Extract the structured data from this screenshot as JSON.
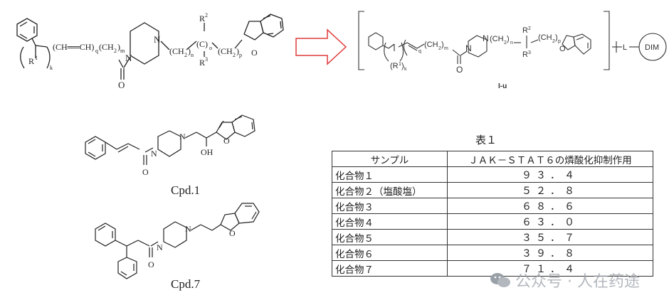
{
  "scheme": {
    "parent_structure": {
      "label": "general formula (phenyl-alkenyl-carbonyl-piperazine-alkyl-benzofuran)",
      "fragments": [
        "(R1)k",
        "(CH=CH)q(CH2)m",
        "(CH2)n",
        "(C)o",
        "R2",
        "R3",
        "(CH2)p",
        "N",
        "N",
        "O",
        "O"
      ]
    },
    "arrow": {
      "color": "#e03a3a",
      "direction": "right"
    },
    "degrader_structure": {
      "caption": "I-u",
      "linker_label": "L",
      "ligand_label": "DIM",
      "fragments": [
        "(R1)k",
        "q",
        "(CH2)m",
        "(CH2)n",
        "R2",
        "R3",
        "(CH2)p",
        "N",
        "N",
        "O",
        "O"
      ]
    }
  },
  "compounds": [
    {
      "caption": "Cpd.1",
      "substituent_label": "OH"
    },
    {
      "caption": "Cpd.7"
    }
  ],
  "table": {
    "title": "表１",
    "headers": [
      "サンプル",
      "ＪＡＫ－ＳＴＡＴ６の燐酸化抑制作用"
    ],
    "rows": [
      {
        "sample": "化合物１",
        "value": "９３．４"
      },
      {
        "sample": "化合物２（塩酸塩）",
        "value": "５２．８"
      },
      {
        "sample": "化合物３",
        "value": "６８．６"
      },
      {
        "sample": "化合物４",
        "value": "６３．０"
      },
      {
        "sample": "化合物５",
        "value": "３５．７"
      },
      {
        "sample": "化合物６",
        "value": "３９．８"
      },
      {
        "sample": "化合物７",
        "value": "７１．４"
      }
    ]
  },
  "watermark": {
    "text": "公众号 · 人在药途",
    "icon": "wechat-icon"
  }
}
